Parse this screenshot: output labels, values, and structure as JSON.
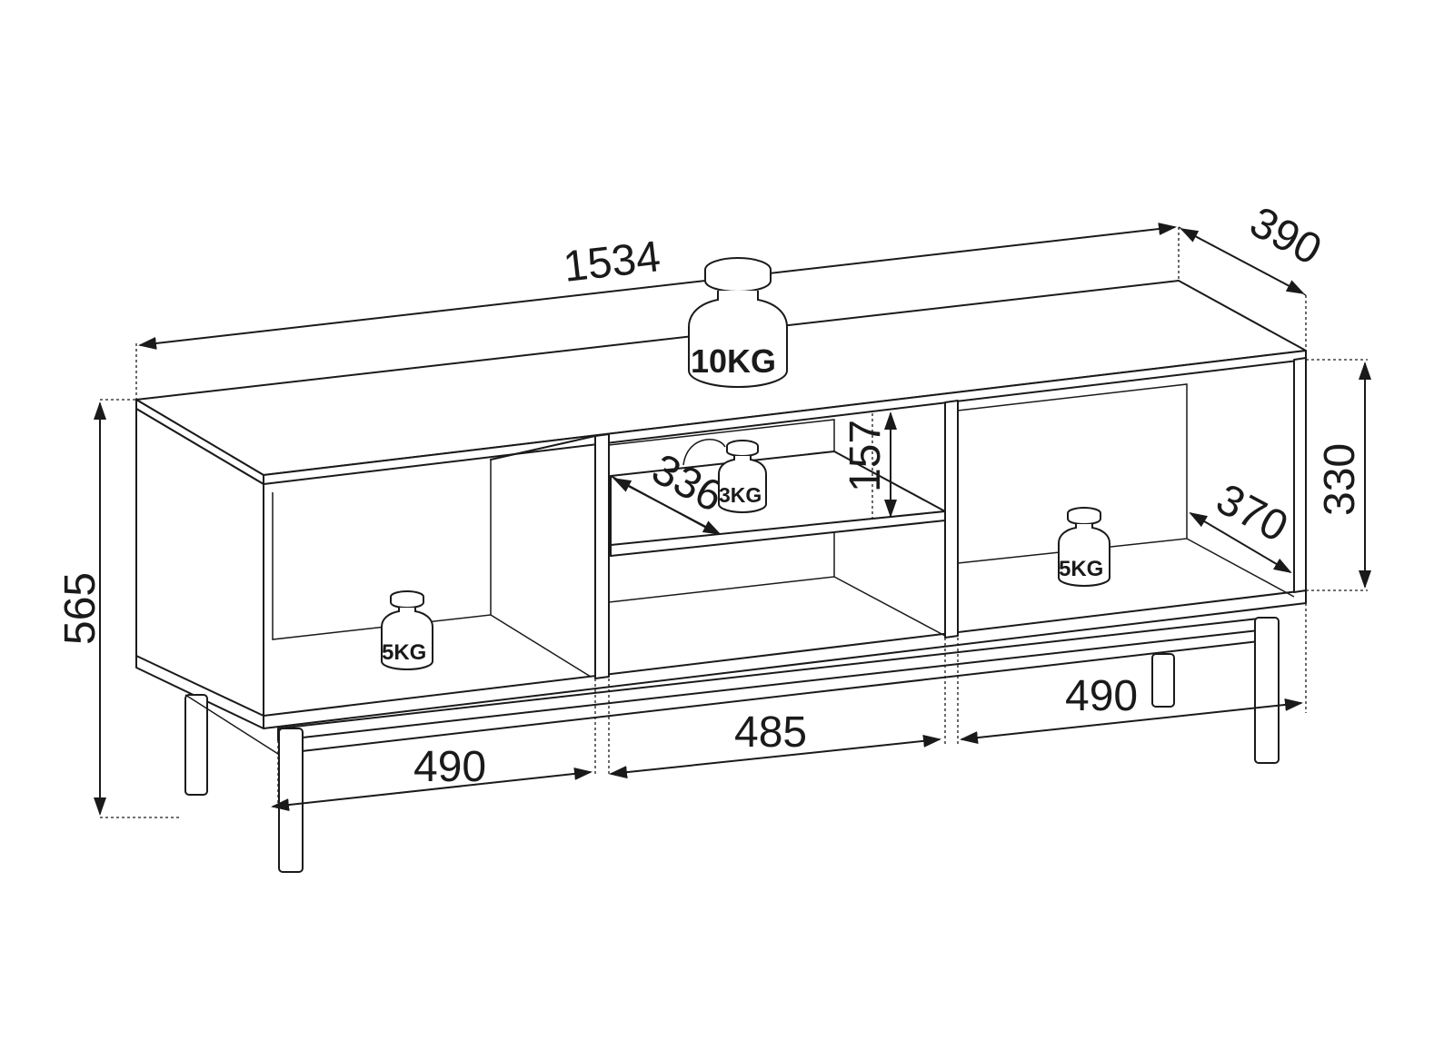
{
  "dimensions": {
    "width": "1534",
    "depth": "390",
    "height_total": "565",
    "height_body": "330",
    "shelf_gap": "157",
    "inner_depth_middle": "336",
    "inner_depth_right": "370",
    "compartment_left": "490",
    "compartment_middle": "485",
    "compartment_right": "490"
  },
  "weights": {
    "top": "10KG",
    "middle_shelf": "3KG",
    "left_compartment": "5KG",
    "right_compartment": "5KG"
  }
}
